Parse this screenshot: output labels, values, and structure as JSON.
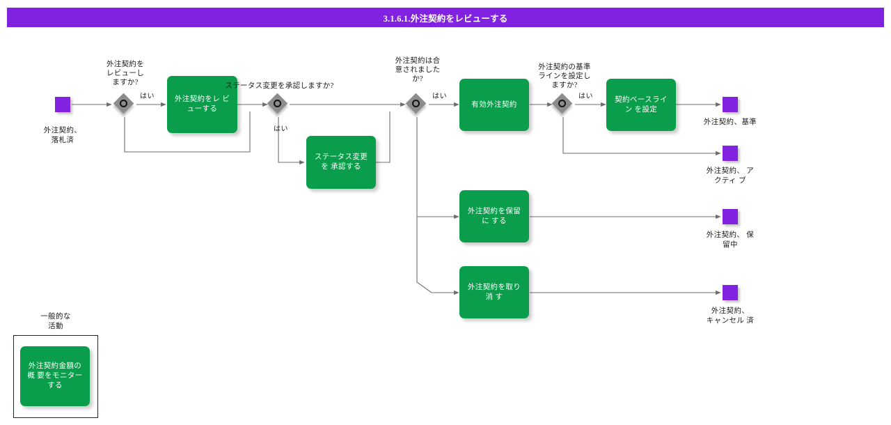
{
  "header": {
    "title": "3.1.6.1.外注契約をレビューする",
    "background_color": "#8122E0",
    "text_color": "#ffffff"
  },
  "palette": {
    "activity_green": "#0A9D4B",
    "terminal_purple": "#8122E0",
    "decision_gray": "#8C8C8C",
    "connector_gray": "#6E6E6E",
    "text_black": "#1a1a1a"
  },
  "diagram": {
    "type": "flowchart",
    "start_nodes": [
      {
        "id": "start-1",
        "label": "外注契約、\n落札済"
      }
    ],
    "decisions": [
      {
        "id": "decision-review",
        "question": "外注契約を\nレビューし\nますか?",
        "yes_label": "はい"
      },
      {
        "id": "decision-approve-status",
        "question": "ステータス変更を承認しますか?",
        "yes_label": "はい"
      },
      {
        "id": "decision-agreed",
        "question": "外注契約は合\n意されました\nか?",
        "yes_label": "はい"
      },
      {
        "id": "decision-baseline",
        "question": "外注契約の基準\nラインを設定し\nますか?",
        "yes_label": "はい"
      }
    ],
    "activities": [
      {
        "id": "activity-review-contract",
        "label": "外注契約をレ\nビューする"
      },
      {
        "id": "activity-approve-status-change",
        "label": "ステータス変更を\n承認する"
      },
      {
        "id": "activity-active-contract",
        "label": "有効外注契約"
      },
      {
        "id": "activity-set-baseline",
        "label": "契約ベースライン\nを設定"
      },
      {
        "id": "activity-hold-contract",
        "label": "外注契約を保留に\nする"
      },
      {
        "id": "activity-cancel-contract",
        "label": "外注契約を取り消\nす"
      }
    ],
    "end_nodes": [
      {
        "id": "end-baseline",
        "label": "外注契約、基準"
      },
      {
        "id": "end-active",
        "label": "外注契約、 ア\nクティ ブ"
      },
      {
        "id": "end-hold",
        "label": "外注契約、 保\n留中"
      },
      {
        "id": "end-cancelled",
        "label": "外注契約、\nキャンセル 済"
      }
    ],
    "generic_group": {
      "id": "generic-activities",
      "title": "一般的な\n活動",
      "activities": [
        {
          "id": "activity-monitor-contract-amount",
          "label": "外注契約金額の概\n要をモニターする"
        }
      ]
    }
  }
}
